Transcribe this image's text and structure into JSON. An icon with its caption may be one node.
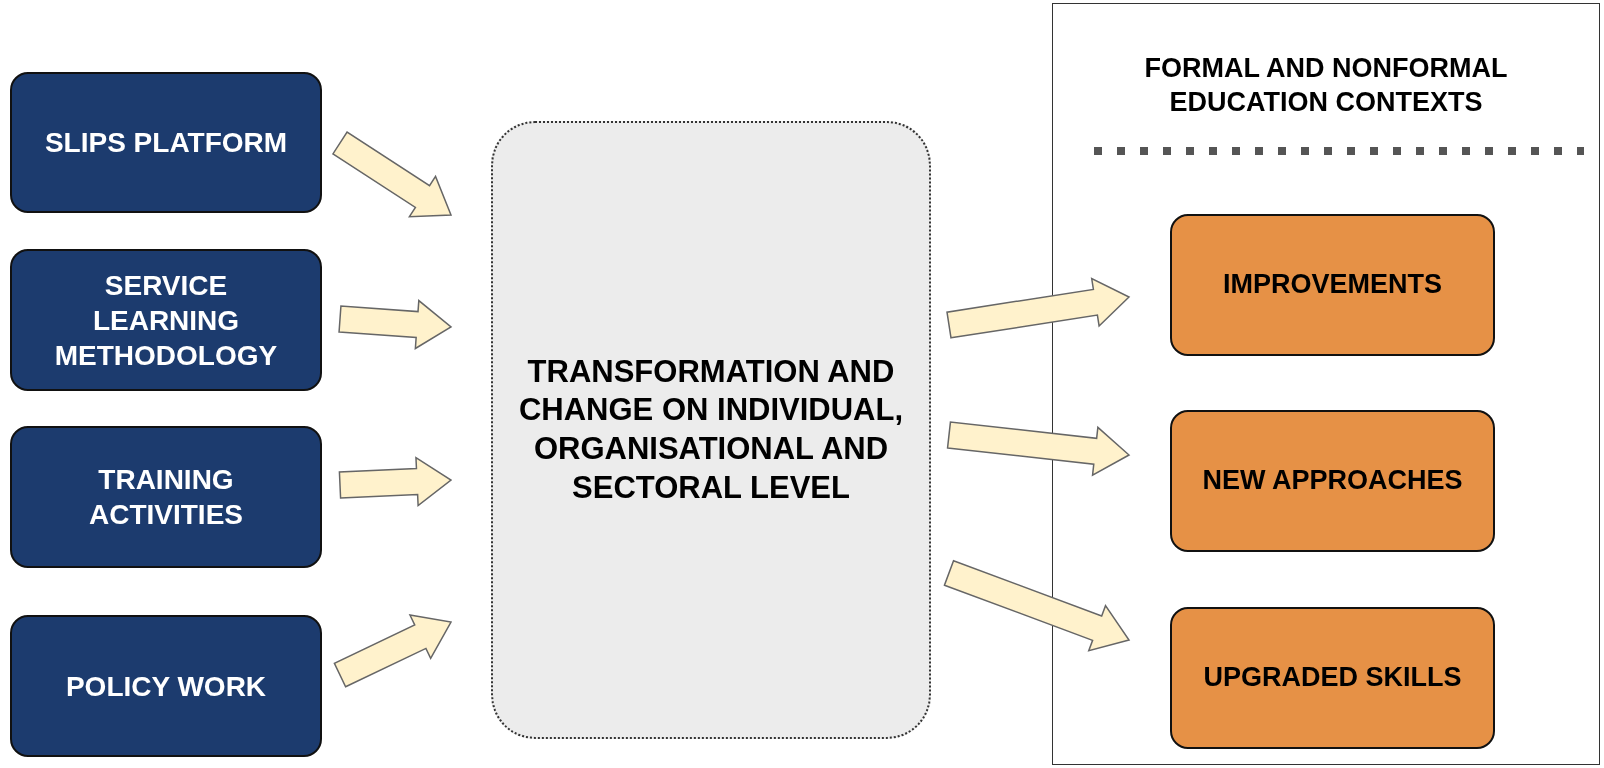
{
  "diagram": {
    "nodes": [
      {
        "text": [
          "SLIPS PLATFORM"
        ]
      },
      {
        "text": [
          "SERVICE LEARNING METHODOLOGY"
        ]
      },
      {
        "text": [
          "TRAINING ACTIVITIES"
        ]
      },
      {
        "text": [
          "POLICY WORK"
        ]
      },
      {
        "text": [
          "TRANSFORMATION AND CHANGE ON INDIVIDUAL, ORGANISATIONAL AND SECTORAL LEVEL"
        ]
      },
      {
        "text": [
          "FORMAL AND NONFORMAL EDUCATION CONTEXTS"
        ]
      },
      {
        "text": [
          "IMPROVEMENTS"
        ],
        "in": 5
      },
      {
        "text": [
          "NEW APPROACHES"
        ],
        "in": 5
      },
      {
        "text": [
          "UPGRADED SKILLS"
        ],
        "in": 5
      }
    ],
    "edges": [
      {
        "from": 0,
        "to": 4,
        "arrow": "to"
      },
      {
        "from": 1,
        "to": 4,
        "arrow": "to"
      },
      {
        "from": 2,
        "to": 4,
        "arrow": "to"
      },
      {
        "from": 3,
        "to": 4,
        "arrow": "to"
      },
      {
        "from": 4,
        "to": 6,
        "arrow": "to"
      },
      {
        "from": 4,
        "to": 7,
        "arrow": "to"
      },
      {
        "from": 4,
        "to": 8,
        "arrow": "to"
      }
    ]
  }
}
